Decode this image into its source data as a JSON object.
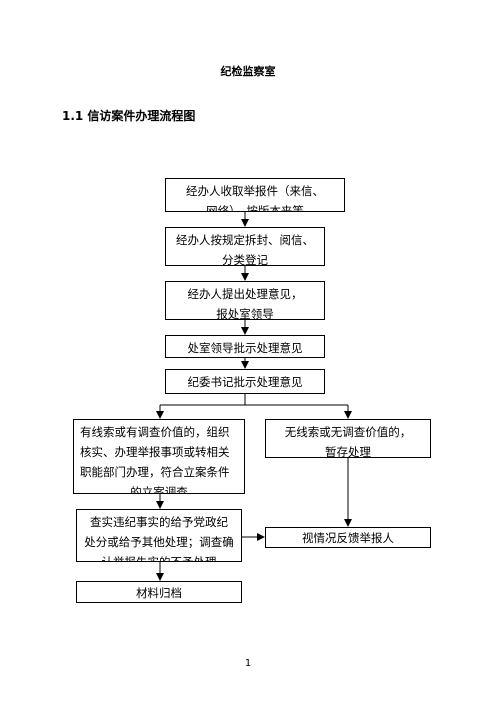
{
  "header": {
    "department": "纪检监察室"
  },
  "section": {
    "title": "1.1 信访案件办理流程图"
  },
  "flowchart": {
    "nodes": {
      "receive": {
        "lines": [
          "经办人收取举报件（来信、",
          "网络）、按版本来等"
        ]
      },
      "register": {
        "lines": [
          "经办人按规定拆封、阅信、",
          "分类登记"
        ]
      },
      "propose": {
        "lines": [
          "经办人提出处理意见，",
          "报处室领导"
        ]
      },
      "dept_approve": {
        "lines": [
          "处室领导批示处理意见"
        ]
      },
      "secretary_approve": {
        "lines": [
          "纪委书记批示处理意见"
        ]
      },
      "has_clues": {
        "lines": [
          "有线索或有调查价值的，组织",
          "核实、办理举报事项或转相关",
          "职能部门办理，符合立案条件",
          "的立案调查"
        ]
      },
      "no_clues": {
        "lines": [
          "无线索或无调查价值的，",
          "暂存处理"
        ]
      },
      "punish": {
        "lines": [
          "查实违纪事实的给予党政纪",
          "处分或给予其他处理；调查确",
          "认举报失实的不予处理"
        ]
      },
      "feedback": {
        "lines": [
          "视情况反馈举报人"
        ]
      },
      "archive": {
        "lines": [
          "材料归档"
        ]
      }
    }
  },
  "footer": {
    "page_number": "1"
  }
}
